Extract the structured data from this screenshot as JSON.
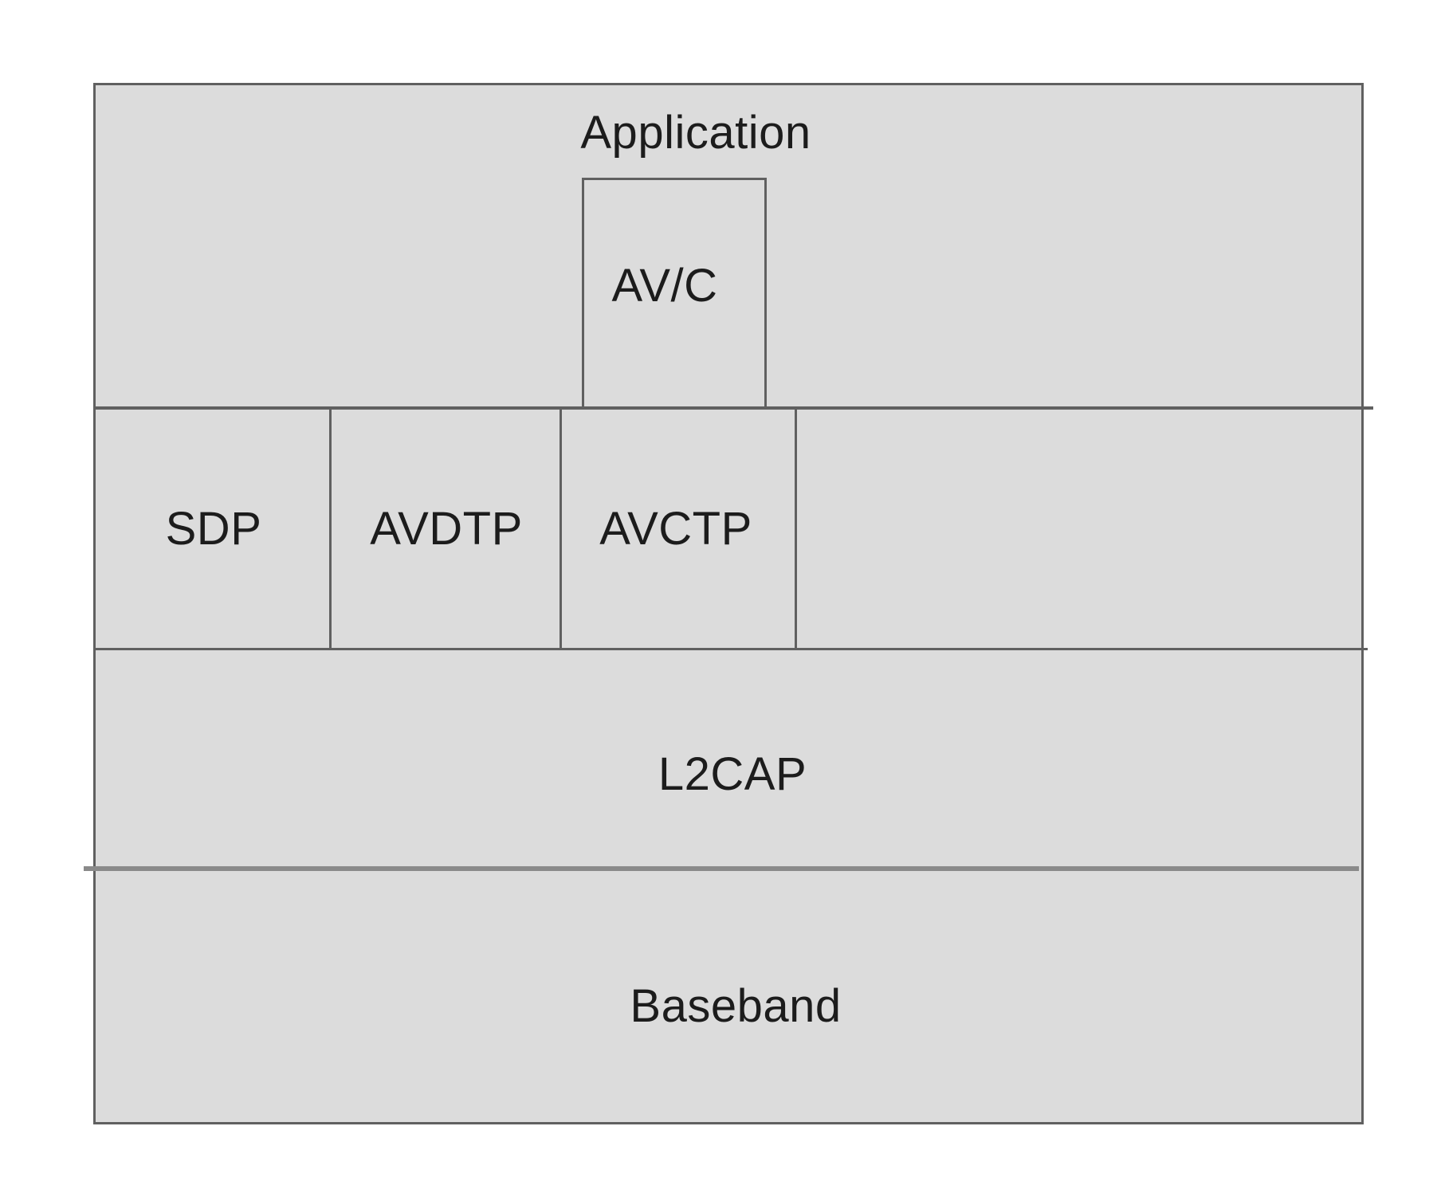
{
  "diagram": {
    "type": "layered-protocol-stack",
    "labels": {
      "application": "Application",
      "avc": "AV/C",
      "sdp": "SDP",
      "avdtp": "AVDTP",
      "avctp": "AVCTP",
      "l2cap": "L2CAP",
      "baseband": "Baseband"
    },
    "colors": {
      "fill": "#dcdcdc",
      "line": "#606060",
      "thick_divider": "#8a8a8a",
      "text": "#1c1c1c",
      "page_background": "#ffffff"
    }
  }
}
